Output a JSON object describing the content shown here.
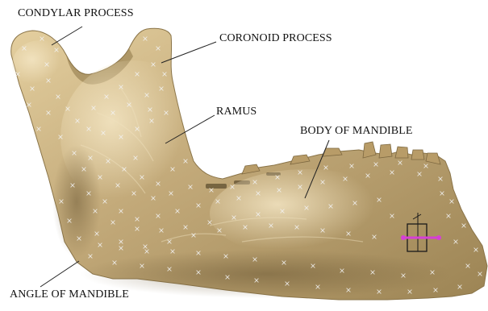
{
  "labels": {
    "condylar_process": "CONDYLAR PROCESS",
    "coronoid_process": "CORONOID PROCESS",
    "ramus": "RAMUS",
    "body_of_mandible": "BODY OF MANDIBLE",
    "angle_of_mandible": "ANGLE OF MANDIBLE"
  },
  "colors": {
    "bone_base": "#c2a979",
    "bone_light": "#ecdcb6",
    "bone_shadow": "#7a6640",
    "leader_line": "#222222",
    "marker": "#f2f2f2",
    "axis_magenta": "#d63fd6",
    "box_outline": "#1a1a1a"
  }
}
